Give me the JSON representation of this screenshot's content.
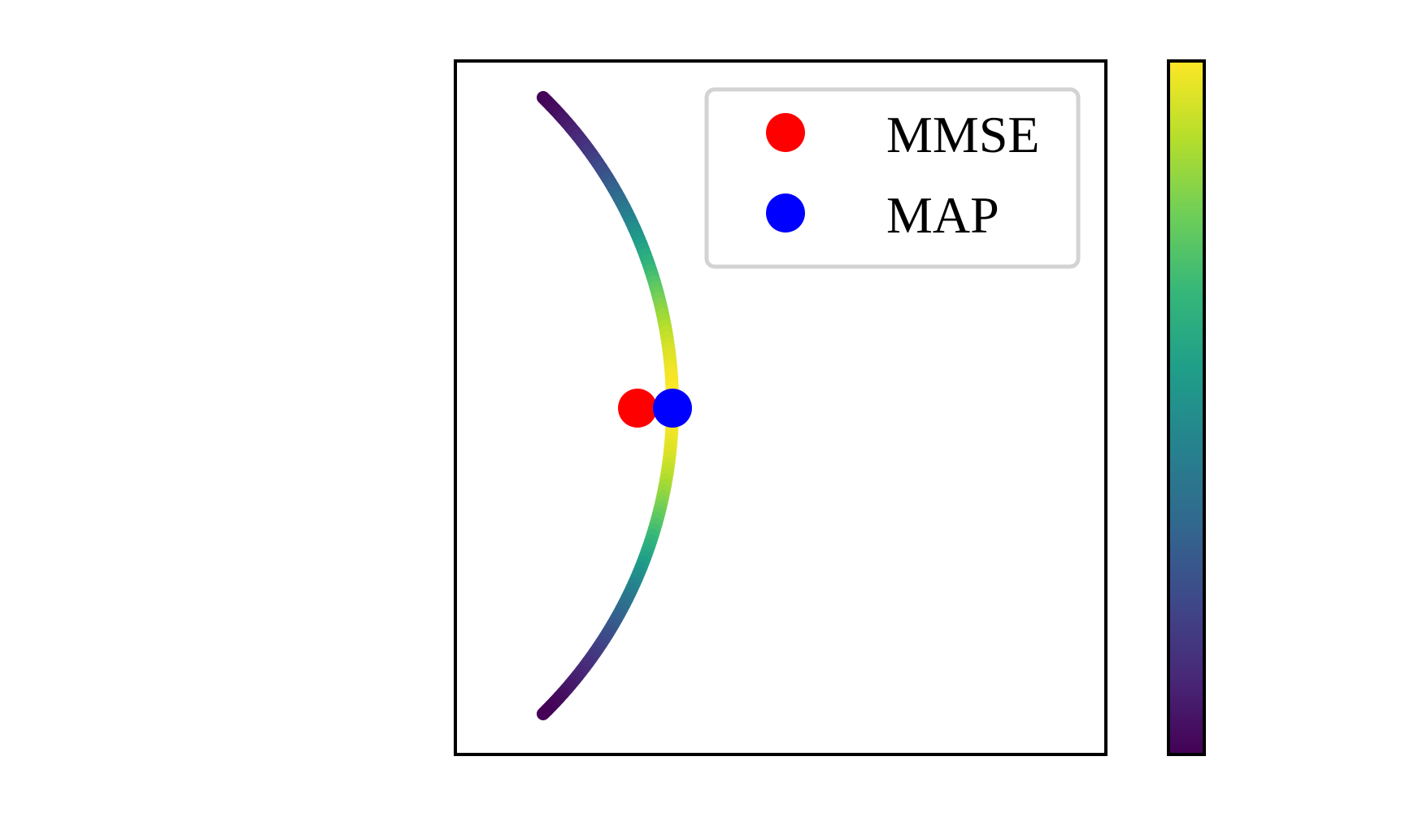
{
  "chart_data": {
    "type": "scatter",
    "title": "",
    "xlabel": "",
    "ylabel": "",
    "grid": false,
    "axis_ticks": false,
    "legend_position": "top-right",
    "colormap": {
      "name": "viridis",
      "stops": [
        "#440154",
        "#482878",
        "#3e4989",
        "#31688e",
        "#26828e",
        "#1f9e89",
        "#35b779",
        "#6ece58",
        "#b5de2b",
        "#fde725"
      ],
      "tick_labels": false
    },
    "series": [
      {
        "name": "MMSE",
        "color": "#ff0000",
        "marker": "circle"
      },
      {
        "name": "MAP",
        "color": "#0000ff",
        "marker": "circle"
      }
    ],
    "curve": {
      "description_color_encoding": "density",
      "shape": "arc"
    }
  }
}
